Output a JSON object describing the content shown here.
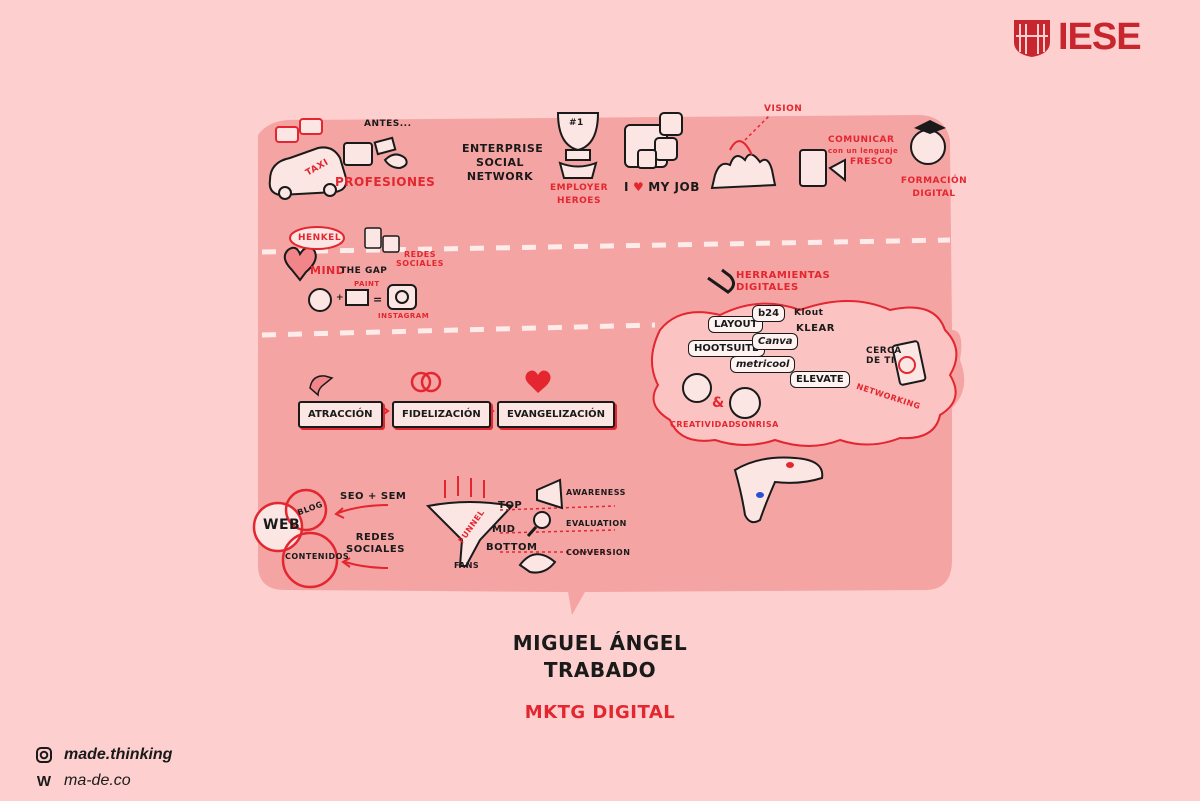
{
  "logo": {
    "text": "IESE"
  },
  "top_row": {
    "antes": "ANTES...",
    "taxi": "TAXI",
    "profesiones": "PROFESIONES",
    "esn_line1": "ENTERPRISE",
    "esn_line2": "SOCIAL",
    "esn_line3": "NETWORK",
    "trophy_num": "#1",
    "employer_line1": "EMPLOYER",
    "employer_line2": "HEROES",
    "job_i": "I",
    "job_rest": "MY JOB",
    "vision": "VISION",
    "comunicar_line1": "COMUNICAR",
    "comunicar_line2": "con un lenguaje",
    "comunicar_line3": "FRESCO",
    "formacion_line1": "FORMACIÓN",
    "formacion_line2": "DIGITAL"
  },
  "middle_left": {
    "henkel": "HENKEL",
    "mind": "MIND",
    "the_gap": "THE GAP",
    "redes_line1": "REDES",
    "redes_line2": "SOCIALES",
    "paint": "PAINT",
    "instagram": "INSTAGRAM"
  },
  "process": {
    "steps": [
      "ATRACCIÓN",
      "FIDELIZACIÓN",
      "EVANGELIZACIÓN"
    ]
  },
  "bottom": {
    "web": "WEB",
    "blog": "BLOG",
    "contenidos": "CONTENIDOS",
    "seo_sem": "SEO + SEM",
    "redes_line1": "REDES",
    "redes_line2": "SOCIALES",
    "funnel": "FUNNEL",
    "fans": "FANS",
    "top": "TOP",
    "mid": "MID",
    "bottom": "BOTTOM",
    "awareness": "AWARENESS",
    "evaluation": "EVALUATION",
    "conversion": "CONVERSION"
  },
  "tools": {
    "title_line1": "HERRAMIENTAS",
    "title_line2": "DIGITALES",
    "layout": "LAYOUT",
    "b24": "b24",
    "hootsuite": "HOOTSUITE",
    "canva": "Canva",
    "klout": "Klout",
    "klear": "KLEAR",
    "metricool": "metricool",
    "elevate": "ELEVATE",
    "cerca_line1": "CERCA",
    "cerca_line2": "DE TI",
    "networking": "NETWORKING",
    "creatividad": "CREATIVIDAD",
    "sonrisa": "SONRISA"
  },
  "speaker": {
    "name_line1": "MIGUEL ÁNGEL",
    "name_line2": "TRABADO",
    "role": "MKTG DIGITAL"
  },
  "footer": {
    "handle": "made.thinking",
    "site": "ma-de.co"
  },
  "colors": {
    "background": "#fdd0cf",
    "bubble": "#f4a4a3",
    "accent": "#e3262f",
    "ink": "#1a1a1a"
  }
}
